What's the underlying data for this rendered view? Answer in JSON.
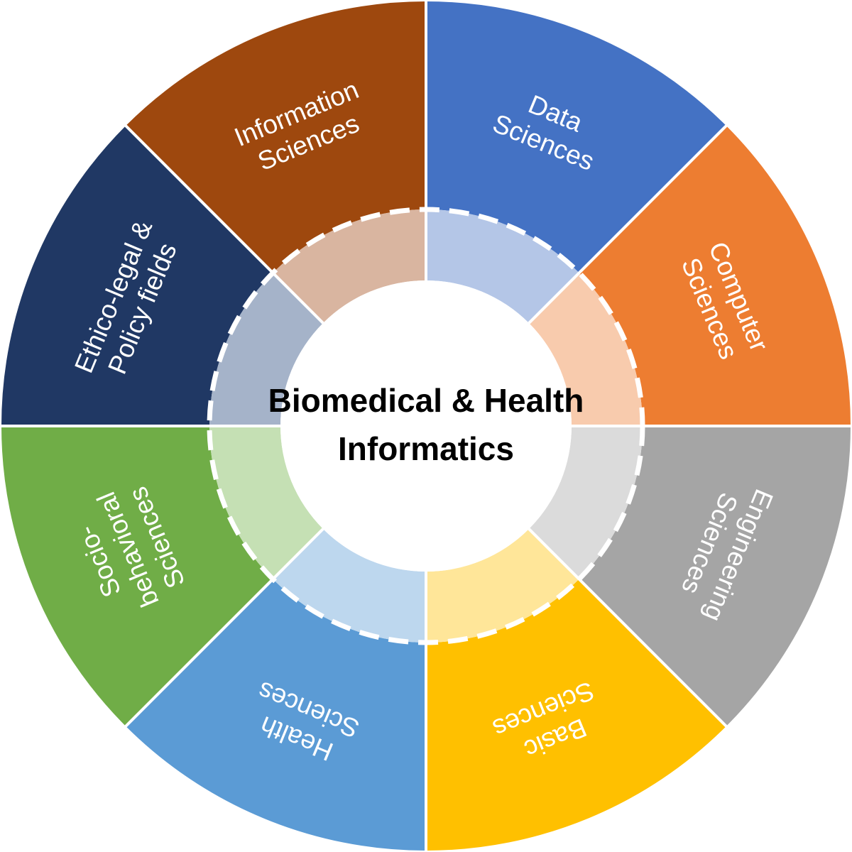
{
  "center": {
    "title_line1": "Biomedical & Health",
    "title_line2": "Informatics"
  },
  "segments": [
    {
      "id": "data-sciences",
      "lines": [
        "Data",
        "Sciences"
      ],
      "outer_color": "#4472C4",
      "inner_color": "#B4C6E7"
    },
    {
      "id": "computer-sciences",
      "lines": [
        "Computer",
        "Sciences"
      ],
      "outer_color": "#ED7D31",
      "inner_color": "#F8CBAD"
    },
    {
      "id": "engineering-sciences",
      "lines": [
        "Engineering",
        "Sciences"
      ],
      "outer_color": "#A5A5A5",
      "inner_color": "#DBDBDB"
    },
    {
      "id": "basic-sciences",
      "lines": [
        "Basic",
        "Sciences"
      ],
      "outer_color": "#FFC000",
      "inner_color": "#FFE699"
    },
    {
      "id": "health-sciences",
      "lines": [
        "Health",
        "Sciences"
      ],
      "outer_color": "#5B9BD5",
      "inner_color": "#BDD7EE"
    },
    {
      "id": "socio-behavioral-sciences",
      "lines": [
        "Socio-",
        "behavioral",
        "Sciences"
      ],
      "outer_color": "#70AD47",
      "inner_color": "#C5E0B4"
    },
    {
      "id": "ethico-legal-policy-fields",
      "lines": [
        "Ethico-legal &",
        "Policy fields"
      ],
      "outer_color": "#203864",
      "inner_color": "#A5B3C9"
    },
    {
      "id": "information-sciences",
      "lines": [
        "Information",
        "Sciences"
      ],
      "outer_color": "#9E480E",
      "inner_color": "#D9B5A0"
    }
  ]
}
